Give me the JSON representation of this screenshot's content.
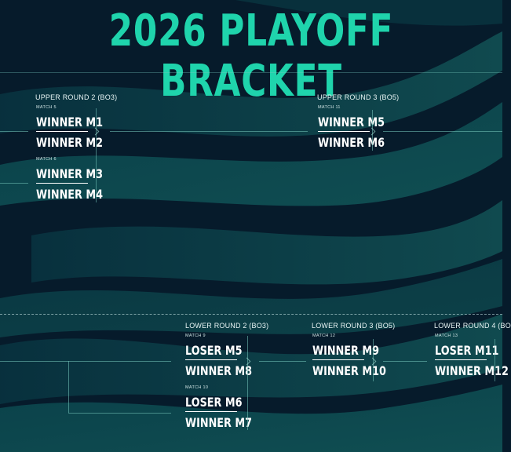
{
  "title": "2026 PLAYOFF BRACKET",
  "colors": {
    "background": "#061b2b",
    "accent": "#1fd4ac",
    "wave": "#0f5f5c"
  },
  "upper": {
    "round2": {
      "label": "UPPER ROUND 2 (BO3)",
      "matches": [
        {
          "label": "MATCH 5",
          "slots": [
            "WINNER M1",
            "WINNER M2"
          ]
        },
        {
          "label": "MATCH 6",
          "slots": [
            "WINNER M3",
            "WINNER M4"
          ]
        }
      ]
    },
    "round3": {
      "label": "UPPER ROUND 3 (BO5)",
      "matches": [
        {
          "label": "MATCH 11",
          "slots": [
            "WINNER M5",
            "WINNER M6"
          ]
        }
      ]
    }
  },
  "lower": {
    "round2": {
      "label": "LOWER ROUND 2 (BO3)",
      "matches": [
        {
          "label": "MATCH 9",
          "slots": [
            "LOSER M5",
            "WINNER M8"
          ]
        },
        {
          "label": "MATCH 10",
          "slots": [
            "LOSER M6",
            "WINNER M7"
          ]
        }
      ]
    },
    "round3": {
      "label": "LOWER ROUND 3 (BO5)",
      "matches": [
        {
          "label": "MATCH 12",
          "slots": [
            "WINNER M9",
            "WINNER M10"
          ]
        }
      ]
    },
    "round4": {
      "label": "LOWER ROUND 4 (BO",
      "matches": [
        {
          "label": "MATCH 13",
          "slots": [
            "LOSER M11",
            "WINNER M12"
          ]
        }
      ]
    }
  }
}
